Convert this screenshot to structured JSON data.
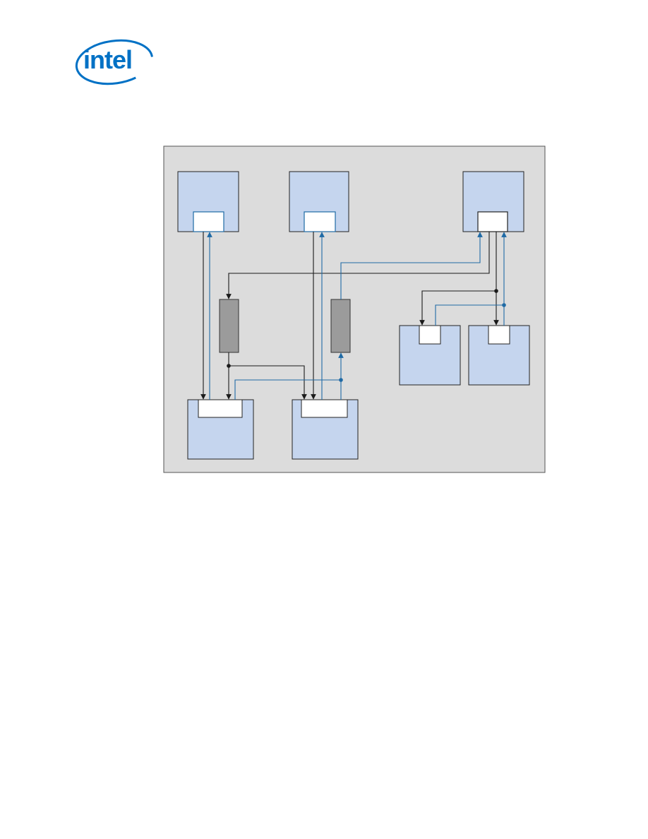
{
  "logo": {
    "text": "intel",
    "color": "#0071c5"
  },
  "diagram": {
    "colors": {
      "background": "#dcdcdc",
      "border": "#555555",
      "block_fill": "#c5d5ee",
      "block_border": "#222222",
      "port_fill": "#ffffff",
      "bridge_fill": "#9b9b9b",
      "black_line": "#1a1a1a",
      "blue_line": "#1f6aa5"
    },
    "blocks": [
      {
        "id": "top-left"
      },
      {
        "id": "top-middle"
      },
      {
        "id": "top-right"
      },
      {
        "id": "mid-right-a"
      },
      {
        "id": "mid-right-b"
      },
      {
        "id": "bottom-left"
      },
      {
        "id": "bottom-middle"
      }
    ],
    "bridges": [
      {
        "id": "bridge-left"
      },
      {
        "id": "bridge-right"
      }
    ]
  }
}
